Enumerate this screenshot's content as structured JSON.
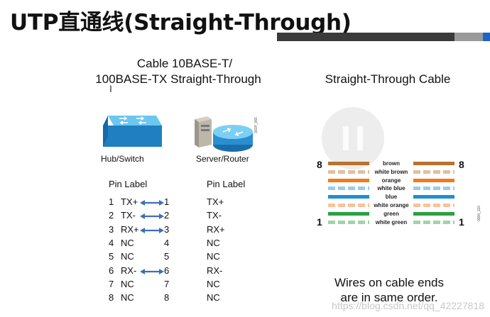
{
  "title": "UTP直通线(Straight-Through)",
  "left": {
    "heading_line1": "Cable 10BASE-T/",
    "heading_line2": "100BASE-TX Straight-Through",
    "device_left_label": "Hub/Switch",
    "device_right_label": "Server/Router",
    "device_code": "301P_066",
    "pin_label_left": "Pin Label",
    "pin_label_right": "Pin Label",
    "rows": [
      {
        "n": "1",
        "l": "TX+",
        "m": "1",
        "r": "TX+",
        "arrow": true
      },
      {
        "n": "2",
        "l": "TX-",
        "m": "2",
        "r": "TX-",
        "arrow": true
      },
      {
        "n": "3",
        "l": "RX+",
        "m": "3",
        "r": "RX+",
        "arrow": true
      },
      {
        "n": "4",
        "l": "NC",
        "m": "4",
        "r": "NC",
        "arrow": false
      },
      {
        "n": "5",
        "l": "NC",
        "m": "5",
        "r": "NC",
        "arrow": false
      },
      {
        "n": "6",
        "l": "RX-",
        "m": "6",
        "r": "RX-",
        "arrow": true
      },
      {
        "n": "7",
        "l": "NC",
        "m": "7",
        "r": "NC",
        "arrow": false
      },
      {
        "n": "8",
        "l": "NC",
        "m": "8",
        "r": "NC",
        "arrow": false
      }
    ]
  },
  "right": {
    "heading": "Straight-Through Cable",
    "end_top_left": "8",
    "end_top_right": "8",
    "end_bottom_left": "1",
    "end_bottom_right": "1",
    "diagram_code": "0000_110",
    "wires": [
      {
        "label": "brown",
        "color": "#b8732e",
        "striped": false
      },
      {
        "label": "white brown",
        "color": "#b8732e",
        "striped": true
      },
      {
        "label": "orange",
        "color": "#f07a1e",
        "striped": false
      },
      {
        "label": "white blue",
        "color": "#1f8fcf",
        "striped": true
      },
      {
        "label": "blue",
        "color": "#1f8fcf",
        "striped": false
      },
      {
        "label": "white orange",
        "color": "#f07a1e",
        "striped": true
      },
      {
        "label": "green",
        "color": "#2ca040",
        "striped": false
      },
      {
        "label": "white green",
        "color": "#2ca040",
        "striped": true
      }
    ],
    "caption_line1": "Wires on cable ends",
    "caption_line2": "are in same order."
  },
  "watermark": "https://blog.csdn.net/qq_42227818",
  "colors": {
    "arrow": "#3e6fb5",
    "device_blue": "#2a8fd0"
  },
  "icons": [
    "switch-icon",
    "server-icon",
    "router-icon",
    "text-cursor-icon"
  ]
}
